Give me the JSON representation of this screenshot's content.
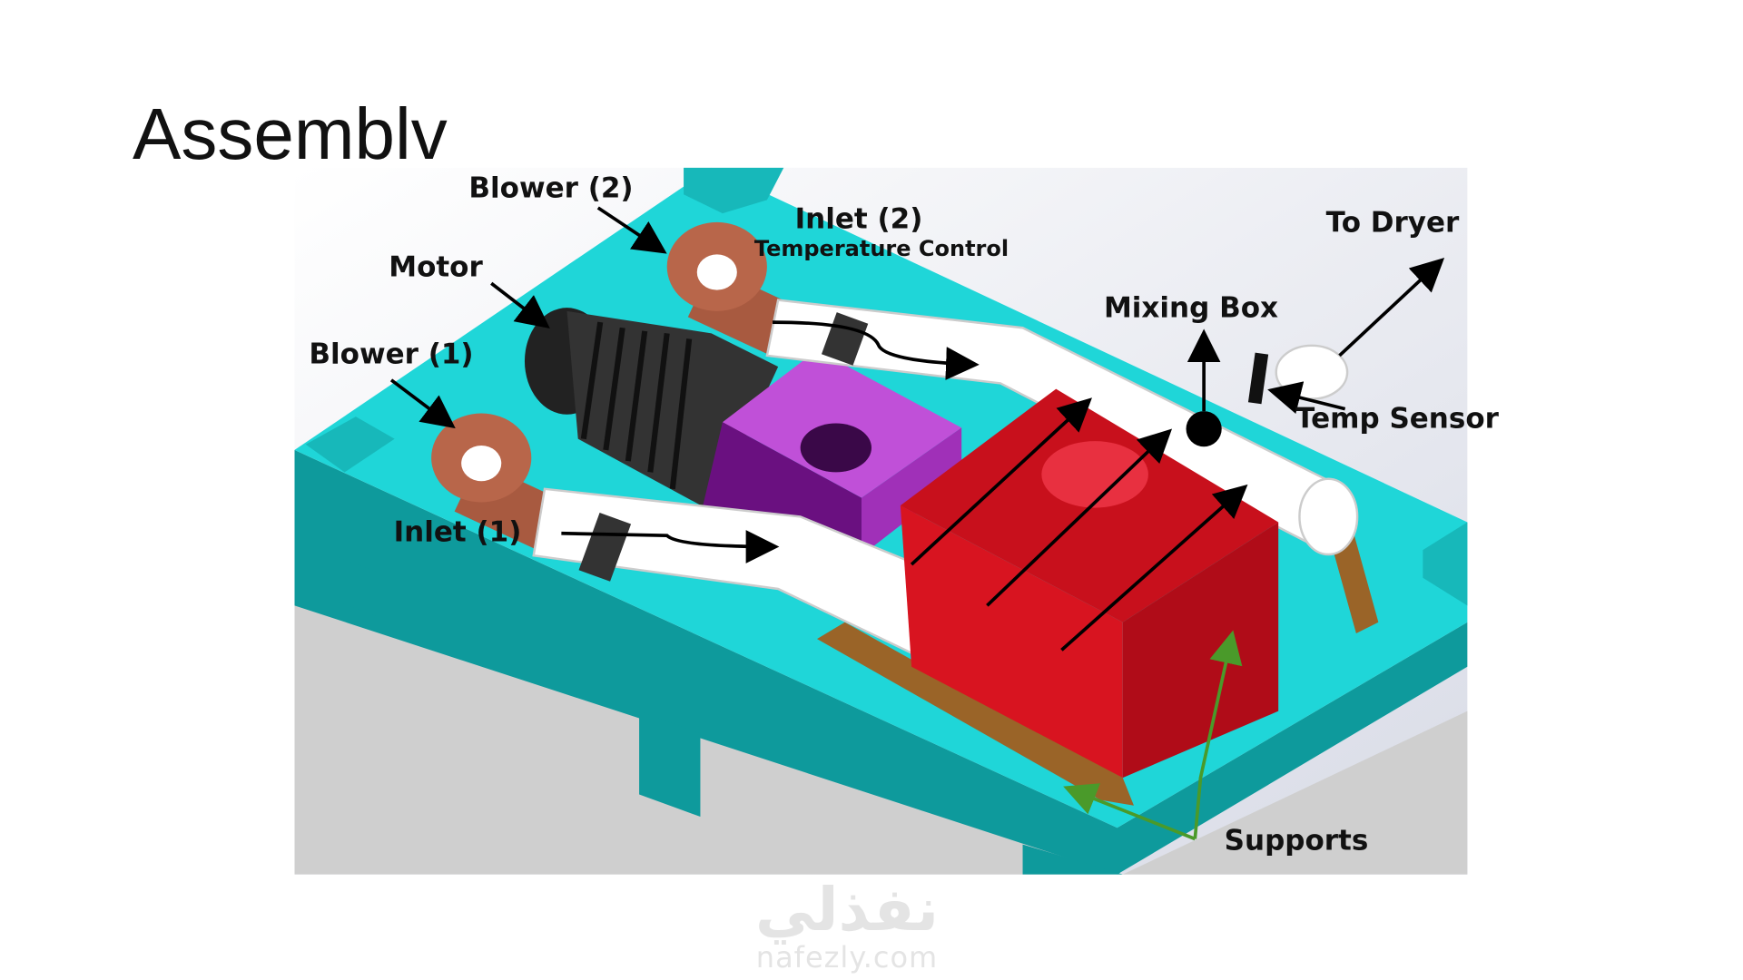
{
  "slide": {
    "title": "Assemblv",
    "labels": {
      "blower2": "Blower (2)",
      "inlet2": "Inlet (2)",
      "temperature_control": "Temperature Control",
      "to_dryer": "To Dryer",
      "motor": "Motor",
      "mixing_box": "Mixing Box",
      "blower1": "Blower (1)",
      "temp_sensor": "Temp Sensor",
      "inlet1": "Inlet (1)",
      "supports": "Supports"
    },
    "watermark": {
      "arabic": "نفذلي",
      "latin": "nafezly.com"
    },
    "colors": {
      "platform": "#1fd6d8",
      "mixing_box": "#c8101c",
      "purple_box": "#a030b8",
      "copper": "#b8664a"
    }
  }
}
